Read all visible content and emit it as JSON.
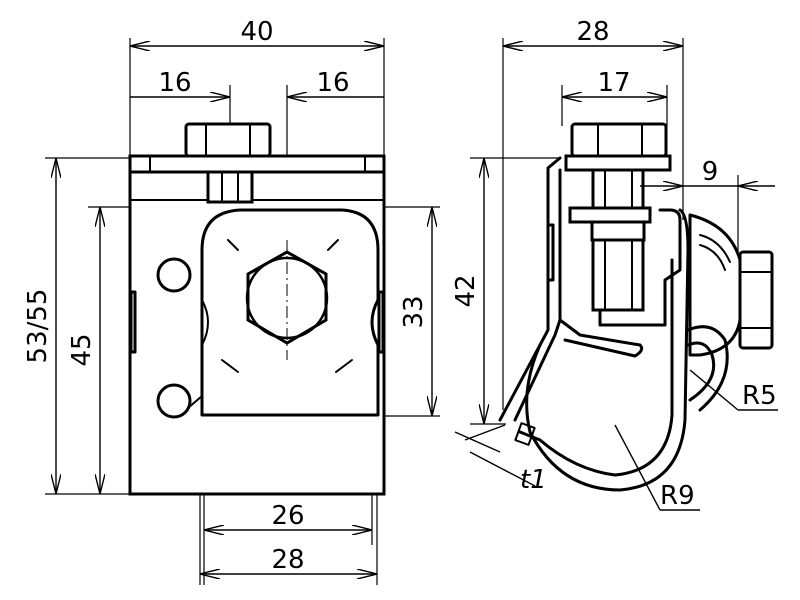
{
  "front_view": {
    "width_total": "40",
    "left_offset": "16",
    "right_offset": "16",
    "height_total": "53/55",
    "height_inner": "45",
    "window_height": "33",
    "bottom_inner": "26",
    "bottom_outer": "28"
  },
  "side_view": {
    "width_total": "28",
    "width_bolt": "17",
    "offset_small": "9",
    "height": "42",
    "radius_small": "R5",
    "radius_large": "R9",
    "thickness": "t1"
  }
}
